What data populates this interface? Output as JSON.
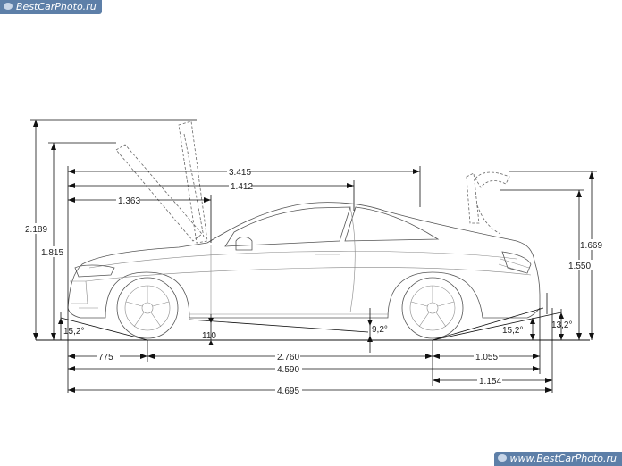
{
  "watermark": {
    "top": "BestCarPhoto.ru",
    "bottom": "www.BestCarPhoto.ru"
  },
  "dimensions": {
    "total_height_open_hood": "2.189",
    "front_height": "1.815",
    "rear_height_open_trunk": "1.669",
    "rear_height": "1.550",
    "interior_length": "3.415",
    "roof_length": "1.412",
    "hood_to_pillar": "1.363",
    "front_overhang": "775",
    "wheelbase": "2.760",
    "rear_overhang": "1.055",
    "overall_length": "4.590",
    "overall_length_with_hitch": "4.695",
    "hitch_extension": "1.154",
    "ground_clearance": "110",
    "approach_angle": "15,2°",
    "breakover_angle": "9,2°",
    "departure_angle": "15,2°",
    "departure_angle_hitch": "13,2°"
  }
}
